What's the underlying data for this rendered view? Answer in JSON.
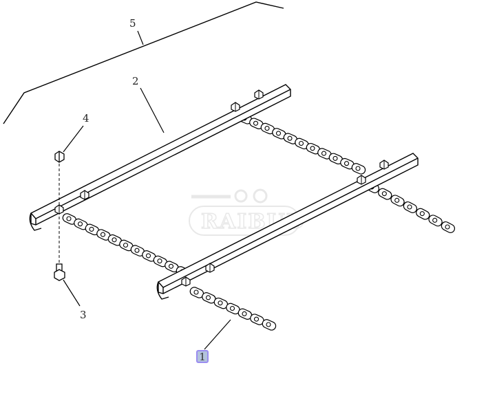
{
  "diagram": {
    "callouts": [
      {
        "id": "1",
        "highlighted": true
      },
      {
        "id": "2"
      },
      {
        "id": "3"
      },
      {
        "id": "4"
      },
      {
        "id": "5"
      }
    ],
    "watermark": "RAIBUD",
    "colors": {
      "highlight_fill": "#b3c3dc",
      "highlight_border": "#9a8cf0",
      "line": "#000000"
    }
  }
}
